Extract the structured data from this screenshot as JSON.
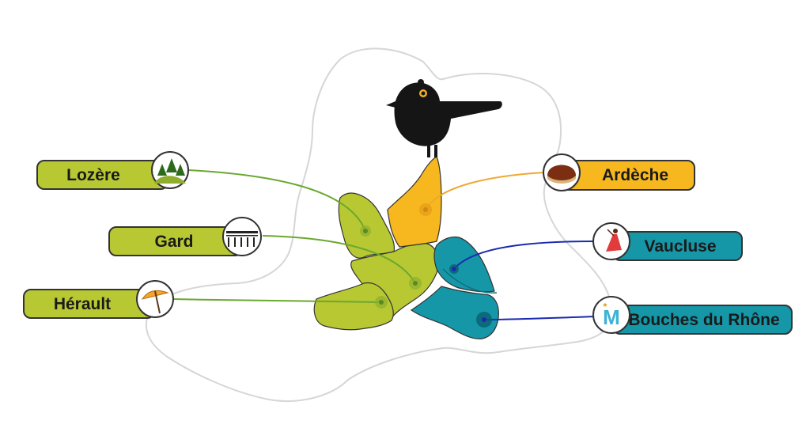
{
  "departments": [
    {
      "id": "lozere",
      "name": "Lozère",
      "color": "#b8c832",
      "icon": "pine-trees-hill-icon"
    },
    {
      "id": "gard",
      "name": "Gard",
      "color": "#b8c832",
      "icon": "pont-du-gard-aqueduct-icon"
    },
    {
      "id": "herault",
      "name": "Hérault",
      "color": "#b8c832",
      "icon": "beach-umbrella-icon"
    },
    {
      "id": "ardeche",
      "name": "Ardèche",
      "color": "#f6b81e",
      "icon": "chestnut-icon"
    },
    {
      "id": "vaucluse",
      "name": "Vaucluse",
      "color": "#1597a8",
      "icon": "dancer-icon"
    },
    {
      "id": "bouches",
      "name": "Bouches du Rhône",
      "color": "#1597a8",
      "icon": "olympique-marseille-logo-icon"
    }
  ],
  "mascot": {
    "icon": "black-bird-icon"
  },
  "colors": {
    "green": "#b8c832",
    "yellow": "#f6b81e",
    "teal": "#1597a8",
    "outline": "#333333",
    "connector_green": "#6aa830",
    "connector_yellow": "#f0a830",
    "connector_blue": "#1a2ab0"
  }
}
